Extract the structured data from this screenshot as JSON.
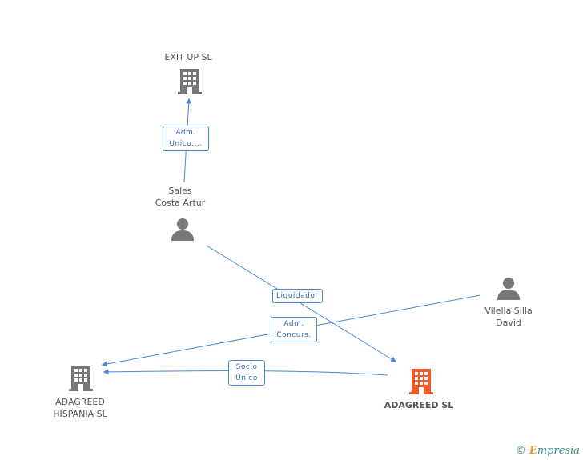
{
  "nodes": {
    "exit_up": {
      "label": "EXIT UP  SL",
      "type": "company",
      "color": "#777777"
    },
    "sales_costa": {
      "label_line1": "Sales",
      "label_line2": "Costa Artur",
      "type": "person",
      "color": "#777777"
    },
    "vilella": {
      "label_line1": "Vilella Silla",
      "label_line2": "David",
      "type": "person",
      "color": "#777777"
    },
    "adagreed_hispania": {
      "label_line1": "ADAGREED",
      "label_line2": "HISPANIA SL",
      "type": "company",
      "color": "#777777"
    },
    "adagreed_sl": {
      "label": "ADAGREED SL",
      "type": "company",
      "color": "#f05a28"
    }
  },
  "edges": {
    "adm_unico": {
      "line1": "Adm.",
      "line2": "Unico,..."
    },
    "liquidador": {
      "line1": "Liquidador"
    },
    "adm_concurs": {
      "line1": "Adm.",
      "line2": "Concurs."
    },
    "socio_unico": {
      "line1": "Socio",
      "line2": "Único"
    }
  },
  "colors": {
    "edge": "#4a87d4",
    "accent": "#f05a28"
  },
  "footer": {
    "copyright": "©",
    "brand_initial": "E",
    "brand_rest": "mpresia"
  }
}
